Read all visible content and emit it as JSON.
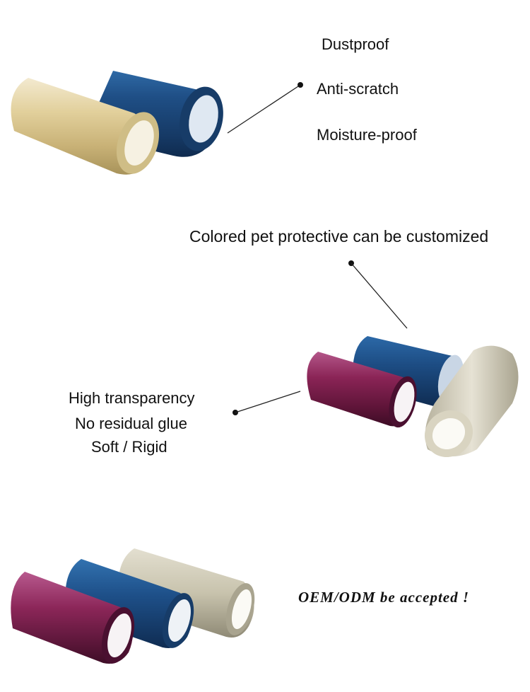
{
  "section1": {
    "features": [
      "Dustproof",
      "Anti-scratch",
      "Moisture-proof"
    ]
  },
  "section2": {
    "headline": "Colored pet protective can be customized",
    "features": [
      "High transparency",
      "No residual glue",
      "Soft / Rigid"
    ]
  },
  "section3": {
    "slogan": "OEM/ODM be accepted !"
  },
  "colors": {
    "gold": "#d8c48c",
    "blue": "#1f4f86",
    "magenta": "#8a2456",
    "clear": "#cfcbbd"
  },
  "icons": {
    "roll": "film-roll-icon",
    "pointer": "callout-pointer-icon"
  }
}
